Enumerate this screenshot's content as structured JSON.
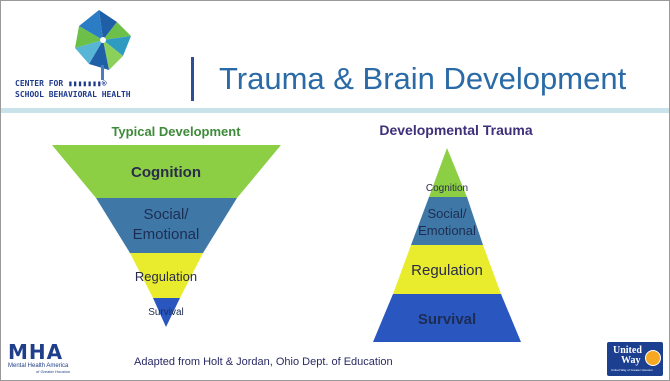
{
  "slide": {
    "title": "Trauma & Brain Development",
    "logo": {
      "line1": "CENTER FOR ▮▮▮▮▮▮▮®",
      "line2": "SCHOOL BEHAVIORAL HEALTH",
      "icon": "pinwheel-icon"
    },
    "left_caption": "Typical Development",
    "right_caption": "Developmental Trauma",
    "left_pyramid": {
      "orientation": "inverted",
      "layers": [
        {
          "label": "Cognition",
          "color": "#8ccf45"
        },
        {
          "label": "Social/\nEmotional",
          "color": "#3f78a7"
        },
        {
          "label": "Regulation",
          "color": "#e8ec2c"
        },
        {
          "label": "Survival",
          "color": "#2a56c0"
        }
      ]
    },
    "right_pyramid": {
      "orientation": "upright",
      "layers": [
        {
          "label": "Cognition",
          "color": "#8ccf45"
        },
        {
          "label": "Social/\nEmotional",
          "color": "#3f78a7"
        },
        {
          "label": "Regulation",
          "color": "#e8ec2c"
        },
        {
          "label": "Survival",
          "color": "#2a56c0"
        }
      ]
    },
    "source": "Adapted from Holt & Jordan, Ohio Dept. of Education",
    "mha_logo": {
      "mark": "MHA",
      "tagline": "Mental Health America",
      "sub": "of Greater Houston"
    },
    "united_way_logo": {
      "line1": "United",
      "line2": "Way",
      "sub": "United Way of Greater Houston"
    },
    "colors": {
      "title": "#2a6aa6",
      "divider": "#c8e3ea",
      "left_caption": "#3e8a3a",
      "right_caption": "#3f2f79"
    }
  }
}
